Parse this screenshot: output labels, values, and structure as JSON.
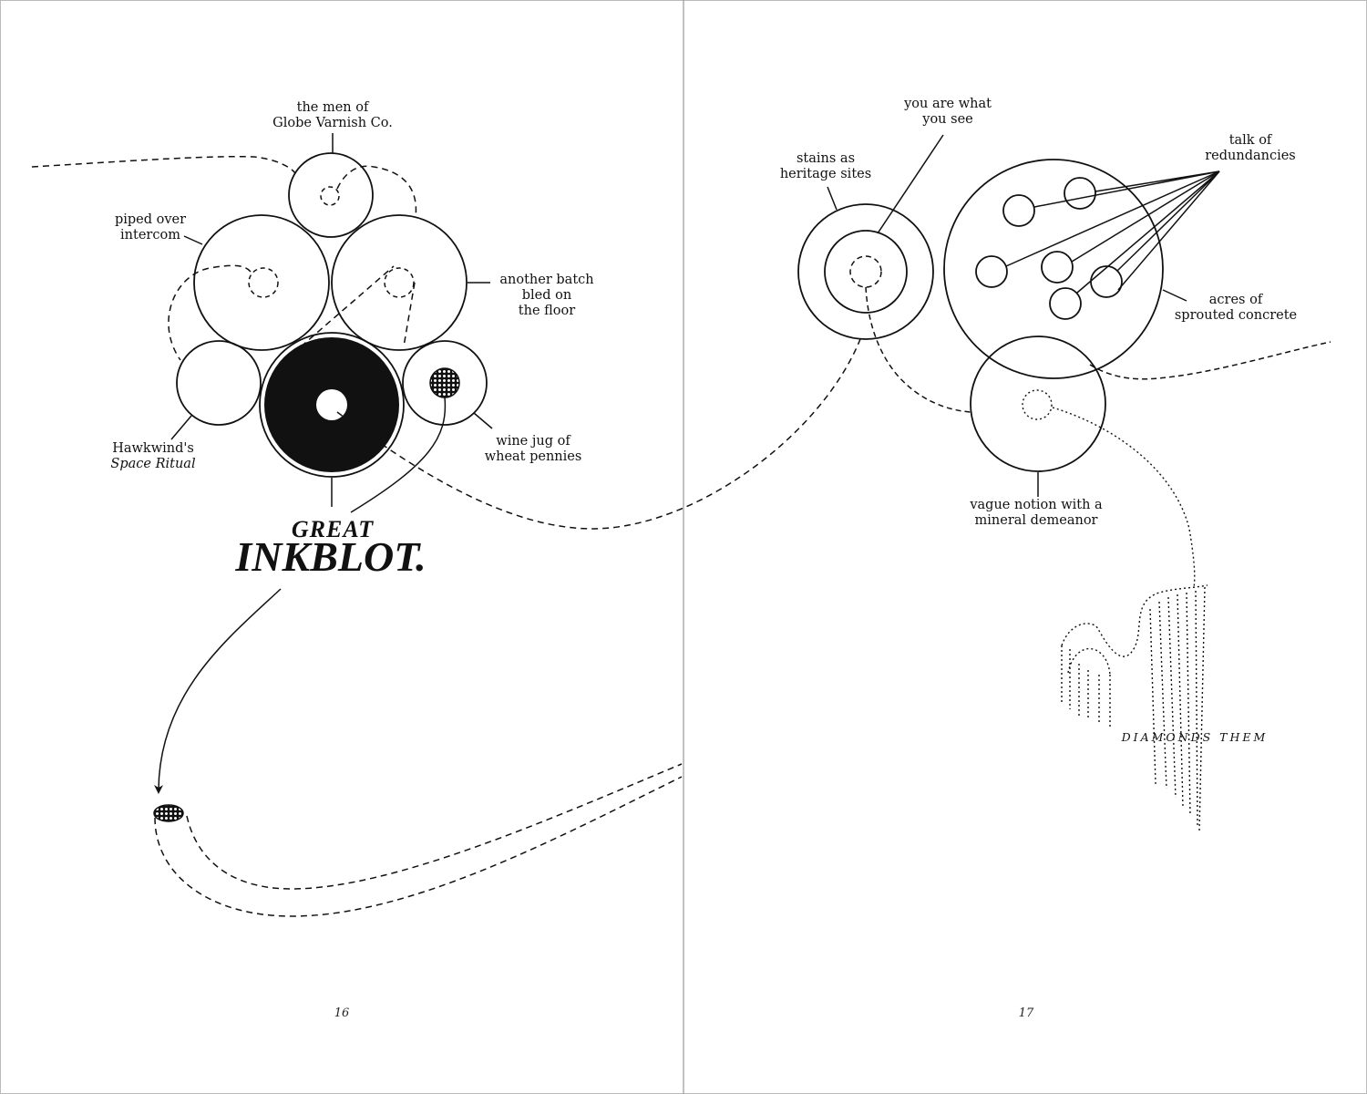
{
  "pages": {
    "left_number": "16",
    "right_number": "17"
  },
  "left": {
    "title_line1": "GREAT",
    "title_line2": "INKBLOT.",
    "labels": {
      "globe": [
        "the men of",
        "Globe Varnish Co."
      ],
      "intercom": [
        "piped over",
        "intercom"
      ],
      "batch": [
        "another batch",
        "bled on",
        "the floor"
      ],
      "hawkwind_line1": "Hawkwind's",
      "hawkwind_line2": "Space Ritual",
      "wine": [
        "wine jug of",
        "wheat pennies"
      ]
    }
  },
  "right": {
    "labels": {
      "you_are": [
        "you are what",
        "you see"
      ],
      "stains": [
        "stains as",
        "heritage sites"
      ],
      "redundancies": [
        "talk of",
        "redundancies"
      ],
      "acres": [
        "acres of",
        "sprouted concrete"
      ],
      "vague": [
        "vague notion with a",
        "mineral demeanor"
      ]
    },
    "caption": "DIAMONDS THEM"
  },
  "colors": {
    "ink": "#111111",
    "paper": "#ffffff",
    "gutter": "#9a9a9a"
  }
}
